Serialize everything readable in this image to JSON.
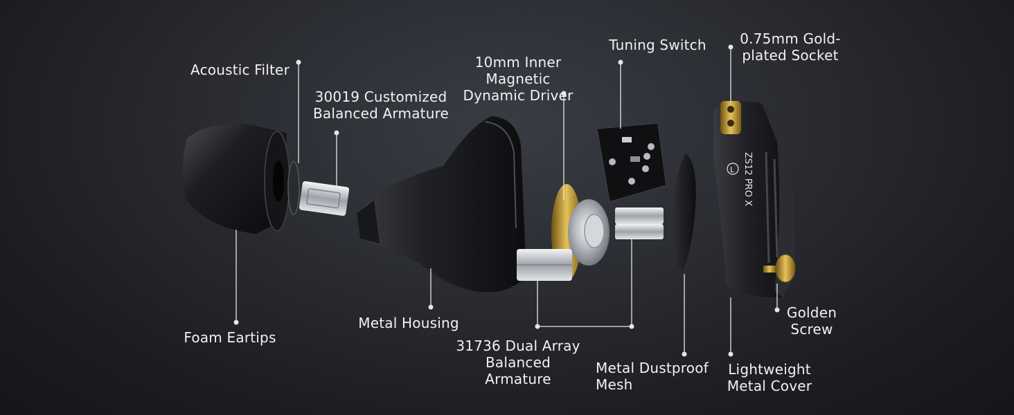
{
  "labels": {
    "acoustic_filter": "Acoustic Filter",
    "customized_ba": "30019 Customized\nBalanced Armature",
    "dynamic_driver": "10mm Inner Magnetic\nDynamic Driver",
    "tuning_switch": "Tuning Switch",
    "socket": "0.75mm Gold-\nplated Socket",
    "foam_eartips": "Foam Eartips",
    "metal_housing": "Metal Housing",
    "dual_array_ba": "31736 Dual Array\nBalanced Armature",
    "dustproof_mesh": "Metal Dustproof\nMesh",
    "metal_cover": "Lightweight\nMetal Cover",
    "golden_screw": "Golden\nScrew"
  },
  "cover_text": {
    "model": "ZS12 PRO X",
    "side": "L"
  },
  "colors": {
    "background": "#222329",
    "label_text": "#f2f2f2",
    "leader_line": "#e6e6e6",
    "gold": "#c9a43a",
    "silver": "#c9ccd2"
  }
}
